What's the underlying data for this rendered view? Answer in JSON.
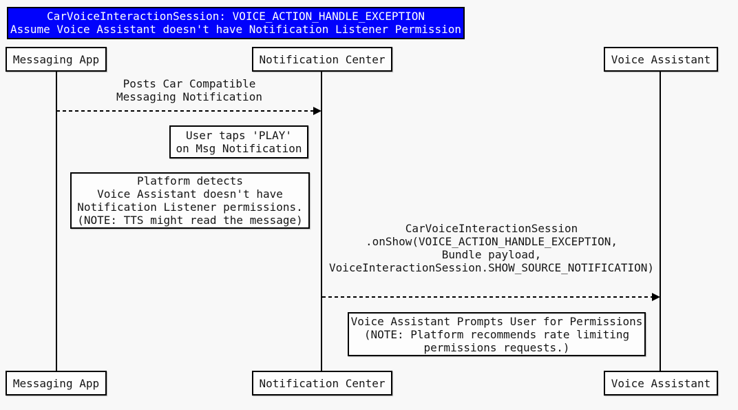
{
  "diagram": {
    "kind": "sequence-diagram",
    "title": {
      "lines": [
        "CarVoiceInteractionSession: VOICE_ACTION_HANDLE_EXCEPTION",
        "Assume Voice Assistant doesn't have Notification Listener Permission"
      ]
    },
    "actors": [
      {
        "id": "messaging-app",
        "label": "Messaging App"
      },
      {
        "id": "notification-center",
        "label": "Notification Center"
      },
      {
        "id": "voice-assistant",
        "label": "Voice Assistant"
      }
    ],
    "messages": [
      {
        "from": "messaging-app",
        "to": "notification-center",
        "style": "dashed-arrow",
        "lines": [
          "Posts Car Compatible",
          "Messaging Notification"
        ]
      },
      {
        "from": "notification-center",
        "to": "voice-assistant",
        "style": "dashed-arrow",
        "lines": [
          "CarVoiceInteractionSession",
          ".onShow(VOICE_ACTION_HANDLE_EXCEPTION,",
          "Bundle payload,",
          "VoiceInteractionSession.SHOW_SOURCE_NOTIFICATION)"
        ]
      }
    ],
    "notes": [
      {
        "id": "user-taps-play",
        "lines": [
          "User taps 'PLAY'",
          "on Msg Notification"
        ]
      },
      {
        "id": "platform-detects",
        "lines": [
          "Platform detects",
          "Voice Assistant doesn't have",
          "Notification Listener permissions.",
          "(NOTE: TTS might read the message)"
        ]
      },
      {
        "id": "voice-assistant-prompts",
        "lines": [
          "Voice Assistant Prompts User for Permissions",
          "(NOTE: Platform recommends rate limiting",
          "permissions requests.)"
        ]
      }
    ],
    "colors": {
      "title_bg": "#0102fc",
      "title_text": "#ffffff",
      "box_bg": "#fdfdfd",
      "border": "#000000",
      "background": "#f8f8f8",
      "text": "#151515"
    }
  }
}
